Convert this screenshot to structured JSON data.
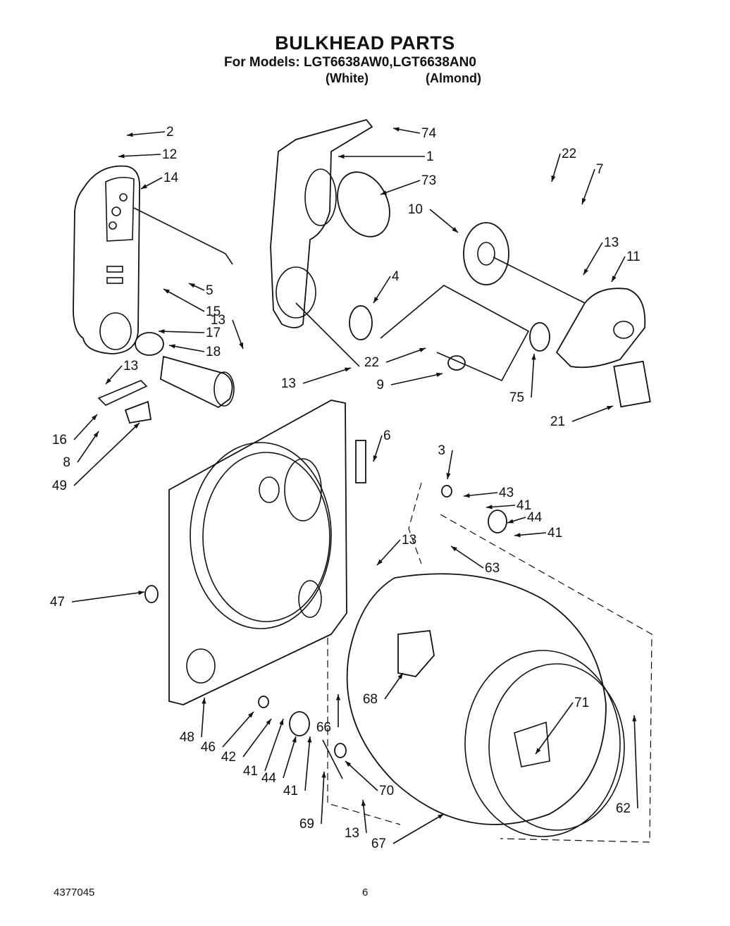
{
  "header": {
    "title": "BULKHEAD PARTS",
    "models": "For Models: LGT6638AW0,LGT6638AN0",
    "white": "(White)",
    "almond": "(Almond)"
  },
  "footer": {
    "doc_number": "4377045",
    "page_number": "6"
  },
  "callouts": [
    {
      "id": "c2",
      "text": "2"
    },
    {
      "id": "c12",
      "text": "12"
    },
    {
      "id": "c14",
      "text": "14"
    },
    {
      "id": "c5",
      "text": "5"
    },
    {
      "id": "c15",
      "text": "15"
    },
    {
      "id": "c17",
      "text": "17"
    },
    {
      "id": "c18",
      "text": "18"
    },
    {
      "id": "c13a",
      "text": "13"
    },
    {
      "id": "c13b",
      "text": "13"
    },
    {
      "id": "c16",
      "text": "16"
    },
    {
      "id": "c8",
      "text": "8"
    },
    {
      "id": "c49",
      "text": "49"
    },
    {
      "id": "c74",
      "text": "74"
    },
    {
      "id": "c1",
      "text": "1"
    },
    {
      "id": "c73",
      "text": "73"
    },
    {
      "id": "c4",
      "text": "4"
    },
    {
      "id": "c13c",
      "text": "13"
    },
    {
      "id": "c22a",
      "text": "22"
    },
    {
      "id": "c7",
      "text": "7"
    },
    {
      "id": "c10",
      "text": "10"
    },
    {
      "id": "c13d",
      "text": "13"
    },
    {
      "id": "c11",
      "text": "11"
    },
    {
      "id": "c22b",
      "text": "22"
    },
    {
      "id": "c9",
      "text": "9"
    },
    {
      "id": "c75",
      "text": "75"
    },
    {
      "id": "c21",
      "text": "21"
    },
    {
      "id": "c6",
      "text": "6"
    },
    {
      "id": "c3",
      "text": "3"
    },
    {
      "id": "c43",
      "text": "43"
    },
    {
      "id": "c41a",
      "text": "41"
    },
    {
      "id": "c44a",
      "text": "44"
    },
    {
      "id": "c41b",
      "text": "41"
    },
    {
      "id": "c13e",
      "text": "13"
    },
    {
      "id": "c63",
      "text": "63"
    },
    {
      "id": "c47",
      "text": "47"
    },
    {
      "id": "c68",
      "text": "68"
    },
    {
      "id": "c71",
      "text": "71"
    },
    {
      "id": "c48",
      "text": "48"
    },
    {
      "id": "c46",
      "text": "46"
    },
    {
      "id": "c42",
      "text": "42"
    },
    {
      "id": "c41c",
      "text": "41"
    },
    {
      "id": "c44b",
      "text": "44"
    },
    {
      "id": "c41d",
      "text": "41"
    },
    {
      "id": "c66",
      "text": "66"
    },
    {
      "id": "c70",
      "text": "70"
    },
    {
      "id": "c69",
      "text": "69"
    },
    {
      "id": "c13f",
      "text": "13"
    },
    {
      "id": "c67",
      "text": "67"
    },
    {
      "id": "c62",
      "text": "62"
    }
  ]
}
